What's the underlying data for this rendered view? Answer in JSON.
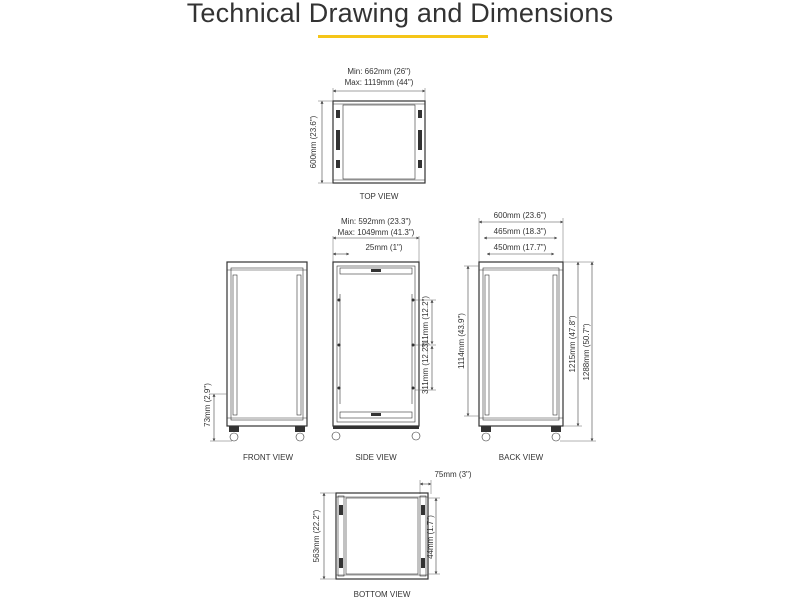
{
  "header": {
    "title": "Technical Drawing and Dimensions",
    "accent_color": "#f5c518"
  },
  "views": {
    "top": {
      "label": "TOP VIEW",
      "width_min": "Min: 662mm (26\")",
      "width_max": "Max: 1119mm (44\")",
      "depth": "600mm (23.6\")"
    },
    "front": {
      "label": "FRONT VIEW",
      "bottom_clearance": "73mm (2.9\")"
    },
    "side": {
      "label": "SIDE VIEW",
      "depth_min": "Min: 592mm (23.3\")",
      "depth_max": "Max: 1049mm (41.3\")",
      "offset": "25mm (1\")",
      "spacing_upper": "311mm (12.2\")",
      "spacing_lower": "311mm (12.2\")"
    },
    "back": {
      "label": "BACK VIEW",
      "width_outer": "600mm (23.6\")",
      "width_mid": "465mm (18.3\")",
      "width_inner": "450mm (17.7\")",
      "height_rails": "1114mm (43.9\")",
      "height_frame": "1215mm (47.8\")",
      "height_total": "1288mm (50.7\")"
    },
    "bottom": {
      "label": "BOTTOM VIEW",
      "offset": "75mm (3\")",
      "depth": "563mm (22.2\")",
      "rail_gap": "44mm (1.7\")"
    }
  }
}
